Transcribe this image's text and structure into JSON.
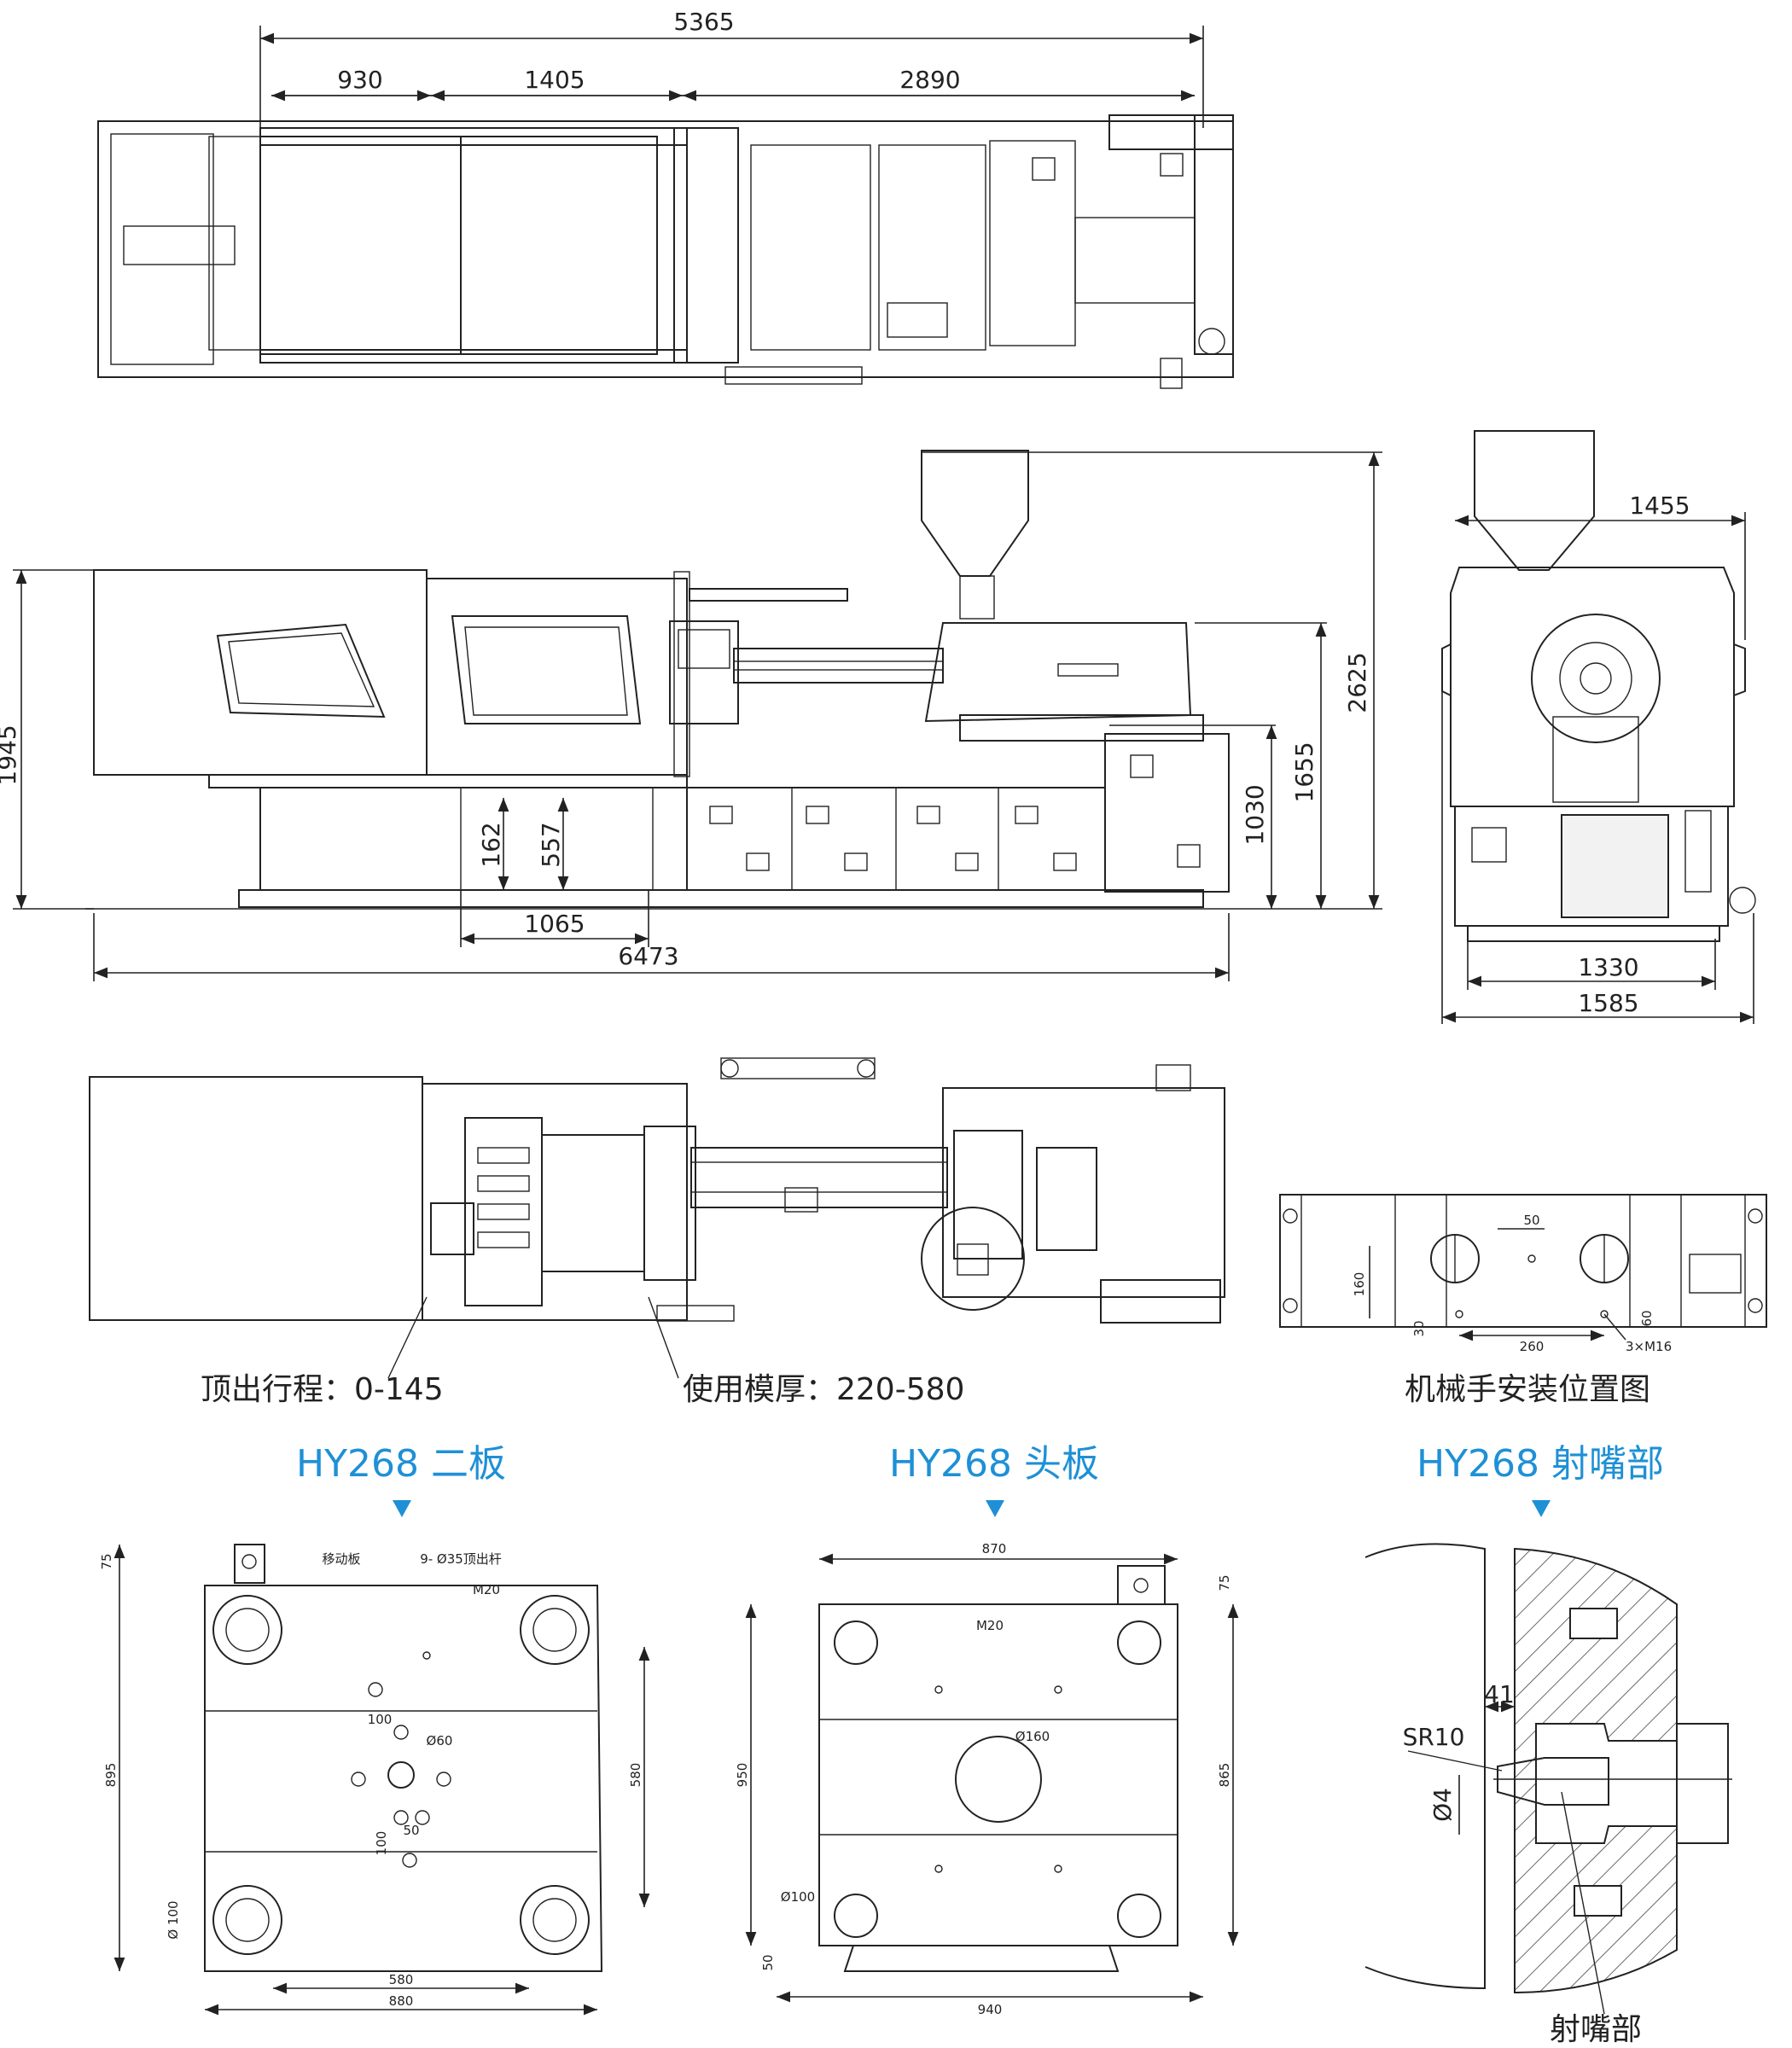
{
  "dimensions": {
    "top_total": "5365",
    "top_seg1": "930",
    "top_seg2": "1405",
    "top_seg3": "2890",
    "side_height": "1945",
    "side_total_height": "2625",
    "side_1655": "1655",
    "side_1030": "1030",
    "side_162": "162",
    "side_557": "557",
    "side_1065": "1065",
    "side_length": "6473",
    "end_1455": "1455",
    "end_1330": "1330",
    "end_1585": "1585"
  },
  "captions": {
    "ejector_stroke": "顶出行程：0-145",
    "mold_thickness": "使用模厚：220-580",
    "robot_mount": "机械手安装位置图"
  },
  "robot": {
    "d50": "50",
    "d160": "160",
    "d30": "30",
    "d260": "260",
    "d60": "60",
    "screw": "3×M16"
  },
  "headings": {
    "moving_platen": "HY268 二板",
    "fixed_platen": "HY268 头板",
    "nozzle": "HY268 射嘴部"
  },
  "moving_platen": {
    "label": "移动板",
    "ejector_rods": "9- Ø35顶出杆",
    "m20": "M20",
    "d100a": "100",
    "d60": "Ø60",
    "d100b": "100",
    "d50": "50",
    "d100c": "Ø 100",
    "d580h": "580",
    "d880": "880",
    "d895": "895",
    "d580v": "580",
    "d75": "75"
  },
  "fixed_platen": {
    "d870": "870",
    "m20": "M20",
    "d160": "Ø160",
    "d100": "Ø100",
    "d950": "950",
    "d865": "865",
    "d75": "75",
    "d50": "50",
    "d940": "940"
  },
  "nozzle": {
    "sr10": "SR10",
    "d41": "41",
    "d4": "Ø4",
    "label": "射嘴部"
  },
  "colors": {
    "accent": "#1e90d6",
    "line": "#222222"
  }
}
